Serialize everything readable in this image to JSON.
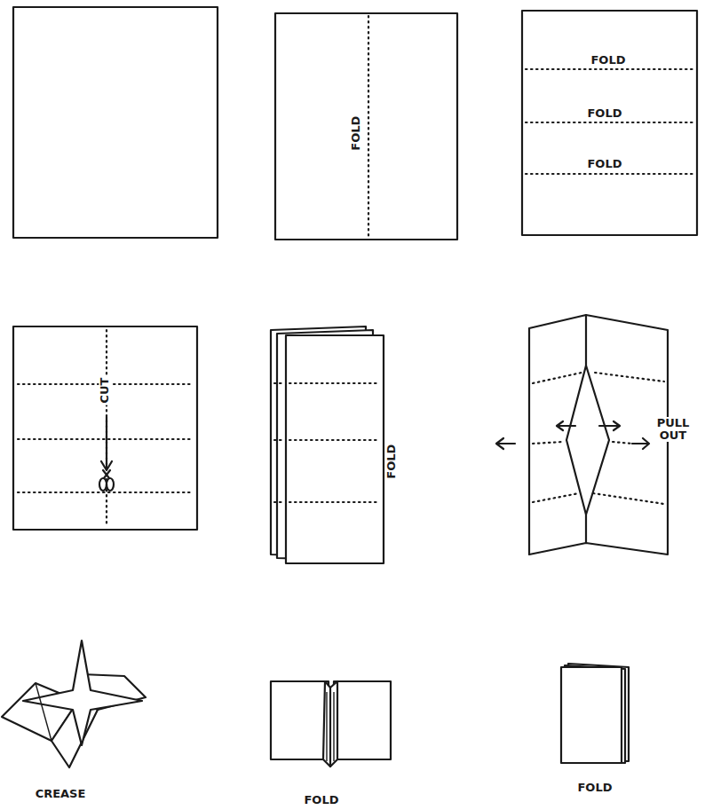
{
  "diagram": {
    "labels": [
      "FOLD",
      "FOLD",
      "FOLD",
      "FOLD",
      "CUT",
      "FOLD",
      "PULL OUT",
      "CREASE",
      "FOLD",
      "FOLD"
    ]
  }
}
